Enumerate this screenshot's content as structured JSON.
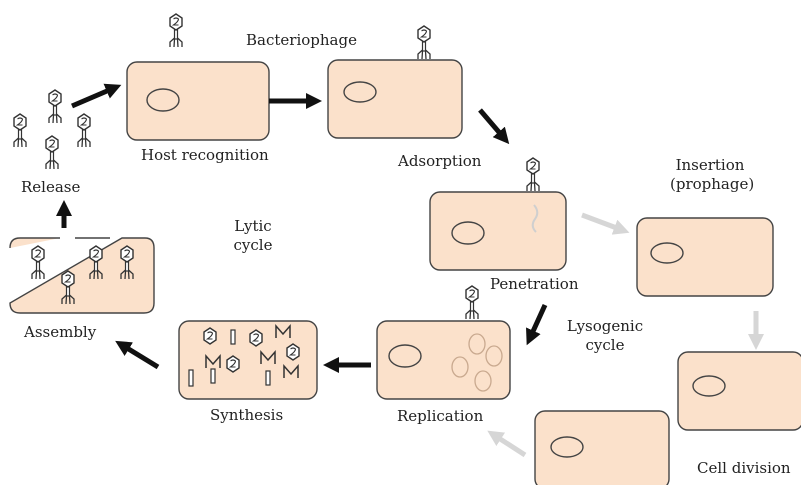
{
  "colors": {
    "cell_fill": "#fbe1cb",
    "cell_stroke": "#444444",
    "arrow_lytic": "#111111",
    "arrow_lysogenic": "#d6d6d6",
    "phage_stroke": "#333333"
  },
  "labels": {
    "bacteriophage": "Bacteriophage",
    "host_recognition": "Host recognition",
    "adsorption": "Adsorption",
    "insertion_line1": "Insertion",
    "insertion_line2": "(prophage)",
    "lytic_line1": "Lytic",
    "lytic_line2": "cycle",
    "release": "Release",
    "penetration": "Penetration",
    "lysogenic_line1": "Lysogenic",
    "lysogenic_line2": "cycle",
    "assembly": "Assembly",
    "synthesis": "Synthesis",
    "replication": "Replication",
    "cell_division": "Cell division"
  },
  "stages": [
    {
      "name": "host-recognition",
      "cycle": "lytic"
    },
    {
      "name": "adsorption",
      "cycle": "lytic"
    },
    {
      "name": "penetration",
      "cycle": "both"
    },
    {
      "name": "replication",
      "cycle": "lytic"
    },
    {
      "name": "synthesis",
      "cycle": "lytic"
    },
    {
      "name": "assembly",
      "cycle": "lytic"
    },
    {
      "name": "release",
      "cycle": "lytic"
    },
    {
      "name": "insertion",
      "cycle": "lysogenic"
    },
    {
      "name": "cell-division",
      "cycle": "lysogenic"
    }
  ]
}
